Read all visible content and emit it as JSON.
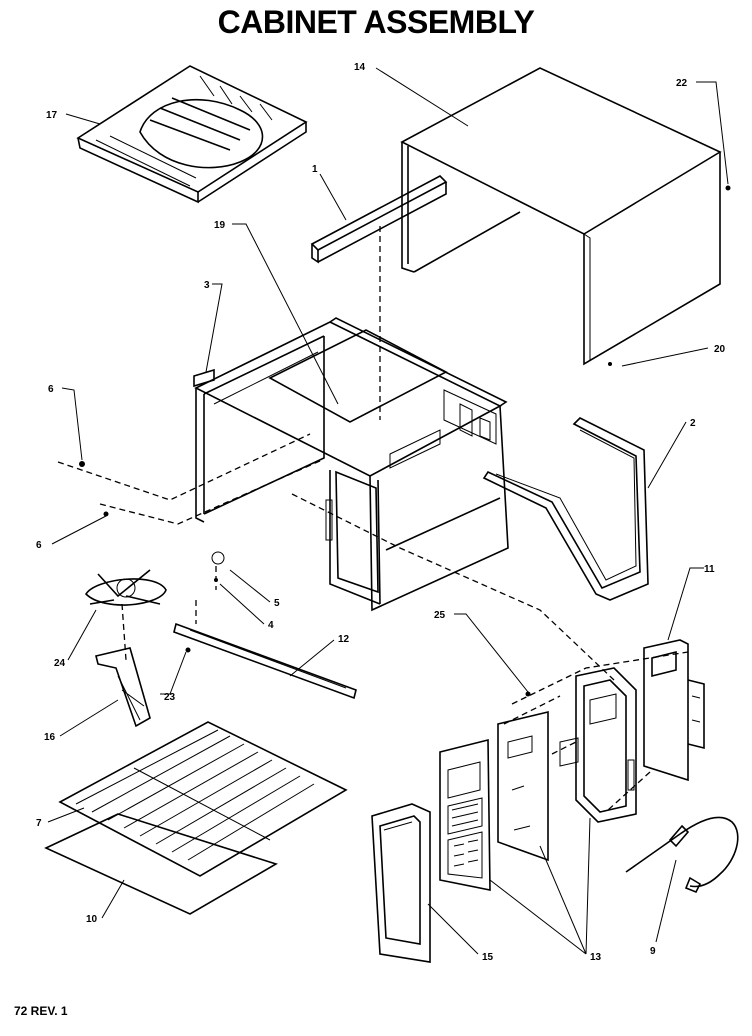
{
  "title": "CABINET ASSEMBLY",
  "footer": "72 REV. 1",
  "callouts": {
    "c17": "17",
    "c14": "14",
    "c22": "22",
    "c1": "1",
    "c19": "19",
    "c3": "3",
    "c20": "20",
    "c6a": "6",
    "c2": "2",
    "c6b": "6",
    "c5": "5",
    "c4": "4",
    "c24": "24",
    "c12": "12",
    "c25": "25",
    "c11": "11",
    "c23": "23",
    "c16": "16",
    "c7": "7",
    "c10": "10",
    "c15": "15",
    "c13": "13",
    "c9": "9"
  }
}
